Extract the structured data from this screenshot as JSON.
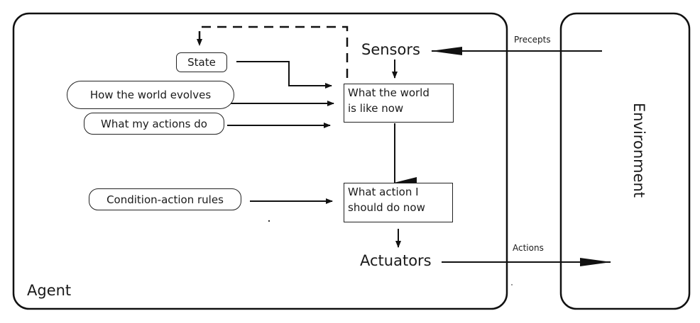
{
  "agent": {
    "label": "Agent"
  },
  "environment": {
    "label": "Environment"
  },
  "sensors": {
    "label": "Sensors"
  },
  "actuators": {
    "label": "Actuators"
  },
  "state": {
    "label": "State"
  },
  "world_evolves": {
    "label": "How the world evolves"
  },
  "actions_do": {
    "label": "What my actions do"
  },
  "rules": {
    "label": "Condition-action rules"
  },
  "world_now": {
    "line1": "What the world",
    "line2": "is like now"
  },
  "action_now": {
    "line1": "What action I",
    "line2": "should do now"
  },
  "edges": {
    "precepts": "Precepts",
    "actions": "Actions"
  }
}
